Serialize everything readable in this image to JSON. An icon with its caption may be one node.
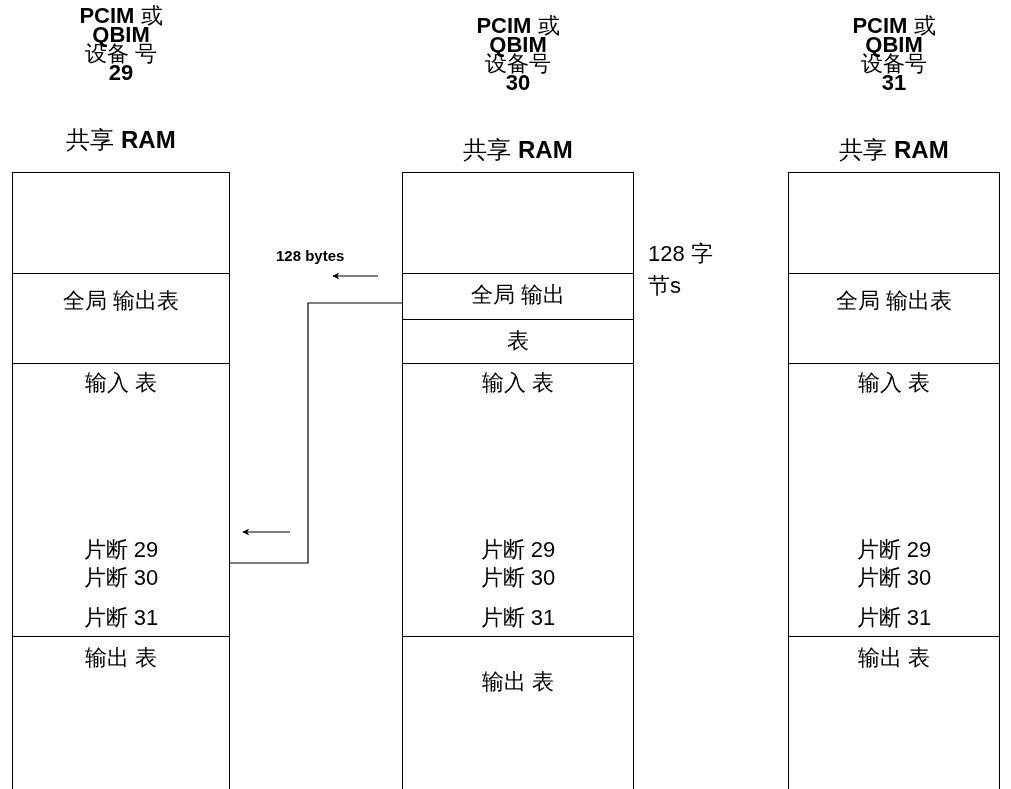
{
  "diagram": {
    "nodes": [
      {
        "text": [
          "**PCIM** 或 **QBIM** 设备 号 **29**",
          "共享 **RAM**"
        ]
      },
      {
        "text": [
          "全局 输出表"
        ],
        "in": 0
      },
      {
        "text": [
          "输入 表",
          "片断 29",
          "片断 30",
          "片断 31"
        ],
        "in": 0
      },
      {
        "text": [
          "输出 表"
        ],
        "in": 0
      },
      {
        "text": [
          "**PCIM** 或 **QBIM** 设备号 **30**",
          "共享 **RAM**"
        ]
      },
      {
        "text": [
          "全局 输出"
        ],
        "in": 4
      },
      {
        "text": [
          "表"
        ],
        "in": 4
      },
      {
        "text": [
          "输入 表",
          "片断 29",
          "片断 30",
          "片断 31"
        ],
        "in": 4
      },
      {
        "text": [
          "输出 表"
        ],
        "in": 4
      },
      {
        "text": [
          "**PCIM** 或 **QBIM** 设备号 **31**",
          "共享 **RAM**"
        ]
      },
      {
        "text": [
          "全局 输出表"
        ],
        "in": 9
      },
      {
        "text": [
          "输入 表",
          "片断 29",
          "片断 30",
          "片断 31"
        ],
        "in": 9
      },
      {
        "text": [
          "输出 表"
        ],
        "in": 9
      }
    ],
    "edges": [
      {
        "from": 5,
        "to": 2,
        "arrow": "none"
      }
    ],
    "labels": [
      "128 bytes",
      "128 字节s"
    ]
  }
}
